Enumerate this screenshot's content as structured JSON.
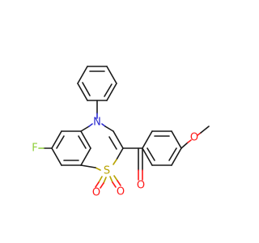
{
  "atoms": {
    "fluorine": {
      "symbol": "F",
      "color": "#8fcf3a"
    },
    "nitrogen": {
      "symbol": "N",
      "color": "#2a2ad0"
    },
    "sulfur": {
      "symbol": "S",
      "color": "#b8a300"
    },
    "sulfonyl_oxygen_left": {
      "symbol": "O",
      "color": "#ff1a1a"
    },
    "sulfonyl_oxygen_right": {
      "symbol": "O",
      "color": "#ff1a1a"
    },
    "carbonyl_oxygen": {
      "symbol": "O",
      "color": "#ff1a1a"
    },
    "methoxy_oxygen": {
      "symbol": "O",
      "color": "#ff1a1a"
    }
  },
  "bond_color": "#1a1a1a"
}
